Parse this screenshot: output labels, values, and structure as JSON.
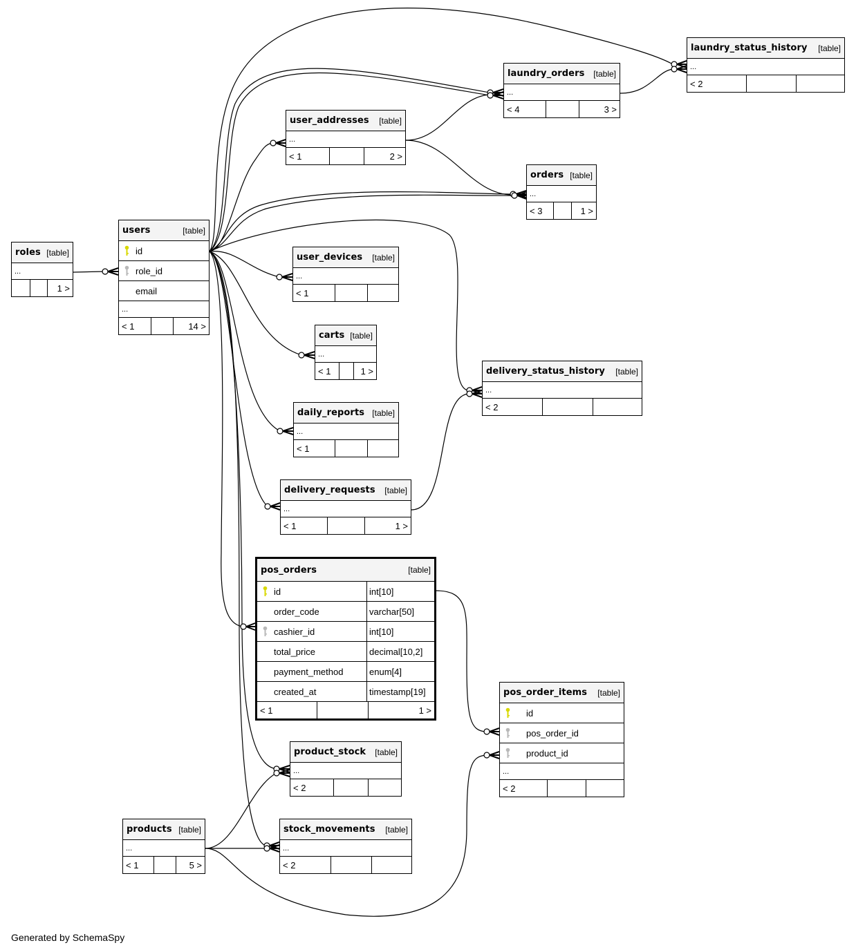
{
  "diagram": {
    "footer": "Generated by SchemaSpy",
    "tables": [
      {
        "id": "roles",
        "name": "roles",
        "kind": "[table]",
        "columns": [],
        "ellipsis": "...",
        "parents": "",
        "children": "1 >"
      },
      {
        "id": "users",
        "name": "users",
        "kind": "[table]",
        "columns": [
          {
            "name": "id",
            "key": "primary"
          },
          {
            "name": "role_id",
            "key": "foreign"
          },
          {
            "name": "email",
            "key": ""
          }
        ],
        "ellipsis": "...",
        "parents": "< 1",
        "children": "14 >"
      },
      {
        "id": "user_addresses",
        "name": "user_addresses",
        "kind": "[table]",
        "columns": [],
        "ellipsis": "...",
        "parents": "< 1",
        "children": "2 >"
      },
      {
        "id": "laundry_orders",
        "name": "laundry_orders",
        "kind": "[table]",
        "columns": [],
        "ellipsis": "...",
        "parents": "< 4",
        "children": "3 >"
      },
      {
        "id": "laundry_status_history",
        "name": "laundry_status_history",
        "kind": "[table]",
        "columns": [],
        "ellipsis": "...",
        "parents": "< 2",
        "children": ""
      },
      {
        "id": "orders",
        "name": "orders",
        "kind": "[table]",
        "columns": [],
        "ellipsis": "...",
        "parents": "< 3",
        "children": "1 >"
      },
      {
        "id": "user_devices",
        "name": "user_devices",
        "kind": "[table]",
        "columns": [],
        "ellipsis": "...",
        "parents": "< 1",
        "children": ""
      },
      {
        "id": "carts",
        "name": "carts",
        "kind": "[table]",
        "columns": [],
        "ellipsis": "...",
        "parents": "< 1",
        "children": "1 >"
      },
      {
        "id": "delivery_status_history",
        "name": "delivery_status_history",
        "kind": "[table]",
        "columns": [],
        "ellipsis": "...",
        "parents": "< 2",
        "children": ""
      },
      {
        "id": "daily_reports",
        "name": "daily_reports",
        "kind": "[table]",
        "columns": [],
        "ellipsis": "...",
        "parents": "< 1",
        "children": ""
      },
      {
        "id": "delivery_requests",
        "name": "delivery_requests",
        "kind": "[table]",
        "columns": [],
        "ellipsis": "...",
        "parents": "< 1",
        "children": "1 >"
      },
      {
        "id": "pos_orders",
        "name": "pos_orders",
        "kind": "[table]",
        "focus": true,
        "columns": [
          {
            "name": "id",
            "type": "int[10]",
            "key": "primary"
          },
          {
            "name": "order_code",
            "type": "varchar[50]",
            "key": ""
          },
          {
            "name": "cashier_id",
            "type": "int[10]",
            "key": "foreign"
          },
          {
            "name": "total_price",
            "type": "decimal[10,2]",
            "key": ""
          },
          {
            "name": "payment_method",
            "type": "enum[4]",
            "key": ""
          },
          {
            "name": "created_at",
            "type": "timestamp[19]",
            "key": ""
          }
        ],
        "parents": "< 1",
        "children": "1 >"
      },
      {
        "id": "pos_order_items",
        "name": "pos_order_items",
        "kind": "[table]",
        "columns": [
          {
            "name": "id",
            "key": "primary"
          },
          {
            "name": "pos_order_id",
            "key": "foreign"
          },
          {
            "name": "product_id",
            "key": "foreign"
          }
        ],
        "ellipsis": "...",
        "parents": "< 2",
        "children": ""
      },
      {
        "id": "product_stock",
        "name": "product_stock",
        "kind": "[table]",
        "columns": [],
        "ellipsis": "...",
        "parents": "< 2",
        "children": ""
      },
      {
        "id": "products",
        "name": "products",
        "kind": "[table]",
        "columns": [],
        "ellipsis": "...",
        "parents": "< 1",
        "children": "5 >"
      },
      {
        "id": "stock_movements",
        "name": "stock_movements",
        "kind": "[table]",
        "columns": [],
        "ellipsis": "...",
        "parents": "< 2",
        "children": ""
      }
    ],
    "relationships": [
      {
        "from": "roles",
        "to": "users",
        "via": "role_id"
      },
      {
        "from": "users",
        "to": "user_addresses"
      },
      {
        "from": "users",
        "to": "laundry_orders"
      },
      {
        "from": "users",
        "to": "laundry_orders"
      },
      {
        "from": "users",
        "to": "laundry_status_history"
      },
      {
        "from": "users",
        "to": "orders"
      },
      {
        "from": "users",
        "to": "orders"
      },
      {
        "from": "users",
        "to": "delivery_status_history"
      },
      {
        "from": "users",
        "to": "user_devices"
      },
      {
        "from": "users",
        "to": "carts"
      },
      {
        "from": "users",
        "to": "daily_reports"
      },
      {
        "from": "users",
        "to": "delivery_requests"
      },
      {
        "from": "users",
        "to": "pos_orders",
        "via": "cashier_id"
      },
      {
        "from": "users",
        "to": "product_stock"
      },
      {
        "from": "users",
        "to": "stock_movements"
      },
      {
        "from": "user_addresses",
        "to": "laundry_orders"
      },
      {
        "from": "user_addresses",
        "to": "orders"
      },
      {
        "from": "laundry_orders",
        "to": "laundry_status_history"
      },
      {
        "from": "delivery_requests",
        "to": "delivery_status_history"
      },
      {
        "from": "pos_orders",
        "to": "pos_order_items",
        "via": "pos_order_id"
      },
      {
        "from": "products",
        "to": "pos_order_items",
        "via": "product_id"
      },
      {
        "from": "products",
        "to": "product_stock"
      },
      {
        "from": "products",
        "to": "stock_movements"
      }
    ]
  }
}
